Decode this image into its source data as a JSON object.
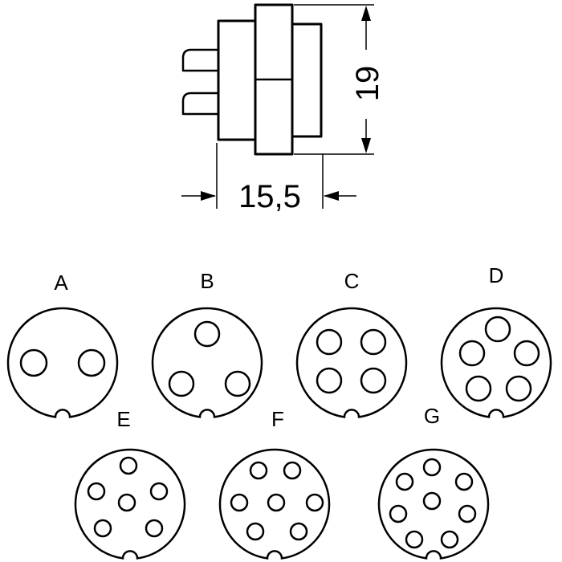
{
  "dimensions": {
    "height_label": "19",
    "width_label": "15,5"
  },
  "connectors": [
    {
      "letter": "A",
      "pins": 2
    },
    {
      "letter": "B",
      "pins": 3
    },
    {
      "letter": "C",
      "pins": 4
    },
    {
      "letter": "D",
      "pins": 5
    },
    {
      "letter": "E",
      "pins": 6
    },
    {
      "letter": "F",
      "pins": 7
    },
    {
      "letter": "G",
      "pins": 8
    }
  ]
}
